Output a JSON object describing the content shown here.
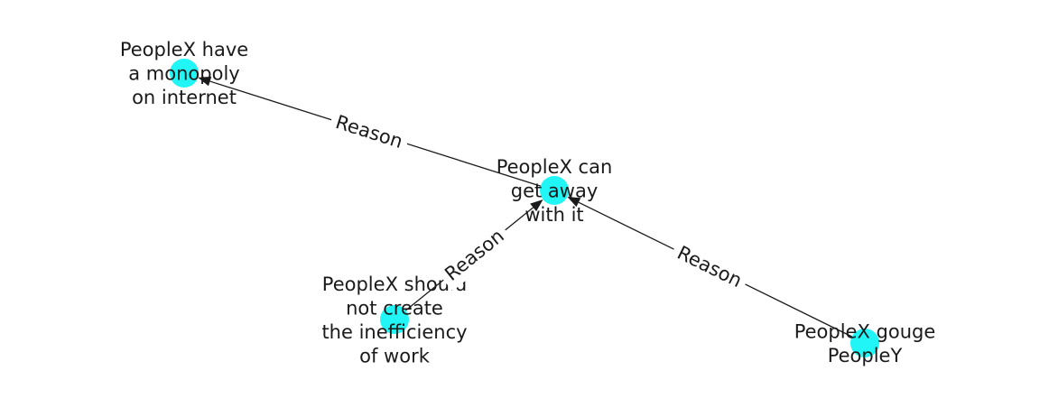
{
  "diagram": {
    "node_color": "#22f5f5",
    "text_color": "#1a1a1a",
    "nodes": [
      {
        "id": "monopoly",
        "lines": [
          "PeopleX have",
          "a monopoly",
          "on internet"
        ]
      },
      {
        "id": "get-away",
        "lines": [
          "PeopleX can",
          "get away",
          "with it"
        ]
      },
      {
        "id": "inefficiency",
        "lines": [
          "PeopleX should",
          "not create",
          "the inefficiency",
          "of work"
        ]
      },
      {
        "id": "gouge",
        "lines": [
          "PeopleX gouge",
          "PeopleY"
        ]
      }
    ],
    "edges": [
      {
        "source": "get-away",
        "target": "monopoly",
        "label": "Reason"
      },
      {
        "source": "inefficiency",
        "target": "get-away",
        "label": "Reason"
      },
      {
        "source": "gouge",
        "target": "get-away",
        "label": "Reason"
      }
    ]
  }
}
